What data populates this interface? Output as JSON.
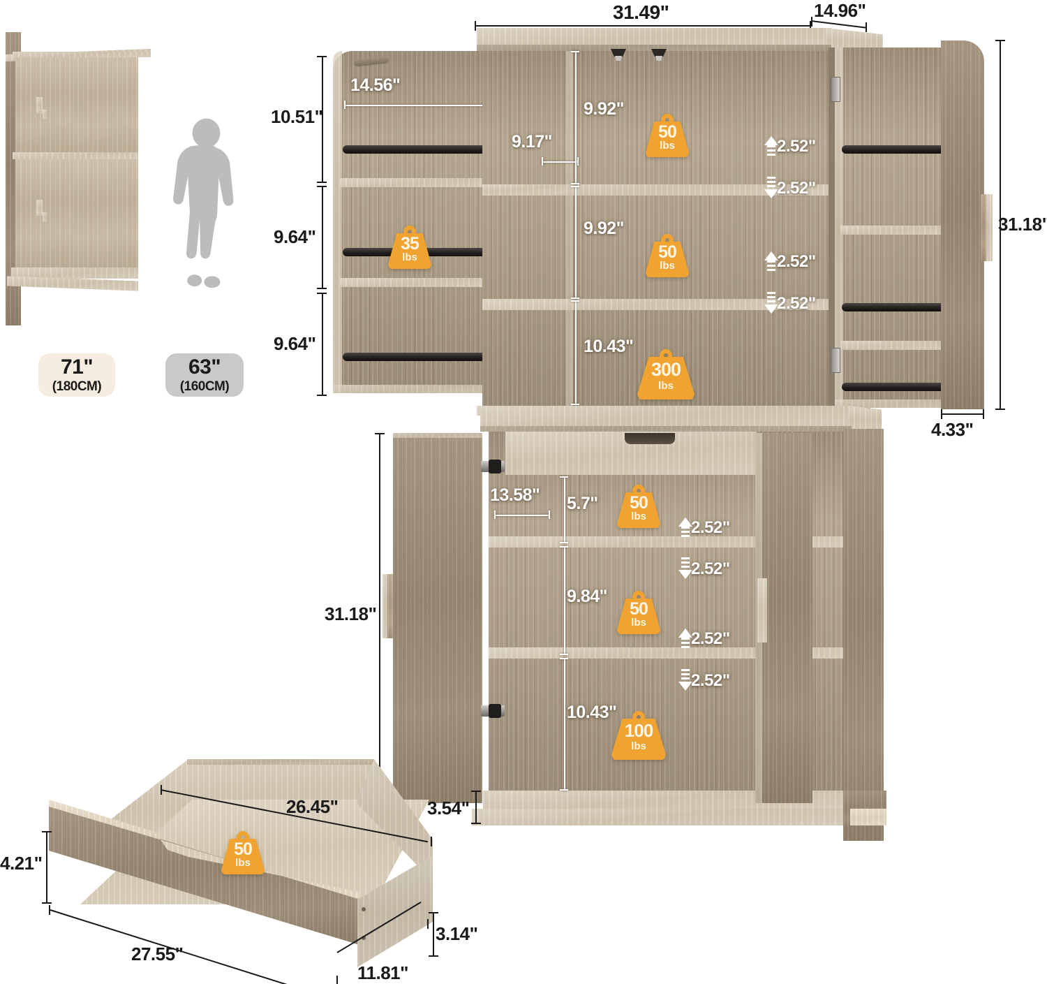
{
  "scale_reference": {
    "cabinet_badge": {
      "inches": "71\"",
      "cm": "(180CM)",
      "bg": "#f7ece0"
    },
    "person_badge": {
      "inches": "63\"",
      "cm": "(160CM)",
      "bg": "#c9c9c9"
    },
    "person_icon": "woman-silhouette"
  },
  "upper_unit": {
    "width_overall": "31.49\"",
    "depth_top": "14.96\"",
    "side_height": "31.18\"",
    "door_depth": "4.33\"",
    "left_door": {
      "shelf_width": "14.56\"",
      "tier_heights": [
        "10.51\"",
        "9.64\"",
        "9.64\""
      ],
      "weight": {
        "value": "35",
        "unit": "lbs"
      }
    },
    "interior": {
      "left_column_width": "9.17\"",
      "shelf_gaps": [
        "9.92\"",
        "9.92\"",
        "10.43\""
      ],
      "weights": [
        {
          "value": "50",
          "unit": "lbs"
        },
        {
          "value": "50",
          "unit": "lbs"
        },
        {
          "value": "300",
          "unit": "lbs"
        }
      ],
      "adjust_arrows": [
        "2.52\"",
        "2.52\"",
        "2.52\"",
        "2.52\""
      ]
    }
  },
  "lower_unit": {
    "side_height": "31.18\"",
    "plinth_height": "3.54\"",
    "shelf_width": "13.58\"",
    "shelf_gaps": [
      "5.7\"",
      "9.84\"",
      "10.43\""
    ],
    "weights": [
      {
        "value": "50",
        "unit": "lbs"
      },
      {
        "value": "50",
        "unit": "lbs"
      },
      {
        "value": "100",
        "unit": "lbs"
      }
    ],
    "adjust_arrows": [
      "2.52\"",
      "2.52\"",
      "2.52\"",
      "2.52\""
    ]
  },
  "drawer": {
    "inner_length": "26.45\"",
    "outer_length": "27.55\"",
    "front_height": "4.21\"",
    "side_height": "3.14\"",
    "depth": "11.81\"",
    "weight": {
      "value": "50",
      "unit": "lbs"
    }
  },
  "colors": {
    "accent_orange": "#f0a330",
    "badge_cream": "#f7ece0",
    "badge_grey": "#c9c9c9",
    "ink": "#1a1a1a"
  }
}
